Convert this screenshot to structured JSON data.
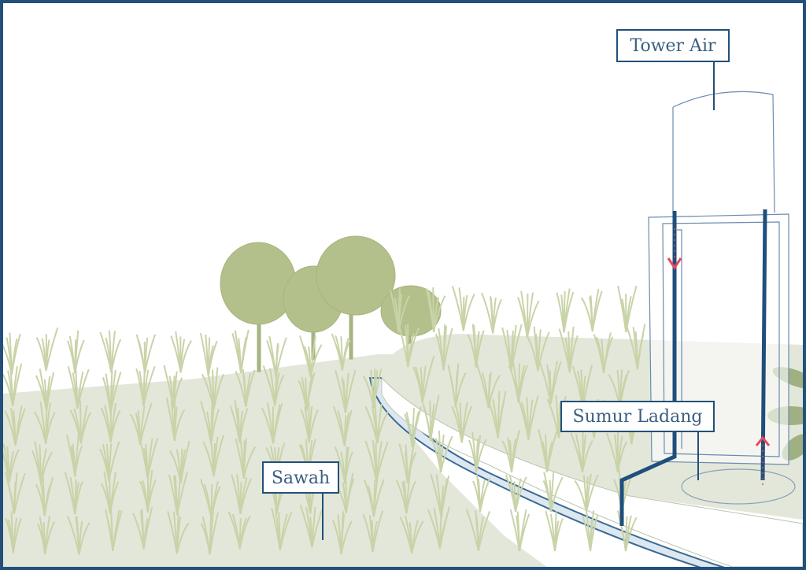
{
  "labels": {
    "tower": "Tower Air",
    "well": "Sumur Ladang",
    "field": "Sawah"
  },
  "colors": {
    "frame": "#22507a",
    "ground": "#e3e7da",
    "grass": "#c9d3a8",
    "tree": "#b3c08c",
    "pipe": "#1f4f7c",
    "flow_arrow": "#e8475c",
    "leaf": "#9fb183"
  }
}
